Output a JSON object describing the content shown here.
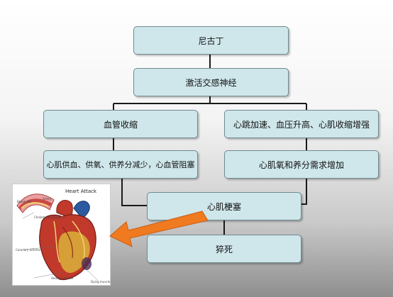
{
  "diagram": {
    "nodes": {
      "nicotine": "尼古丁",
      "activate_sympathetic": "激活交感神经",
      "vasoconstriction": "血管收缩",
      "heart_effects": "心跳加速、血压升高、心肌收缩增强",
      "reduced_supply": "心肌供血、供氧、供养分减少，心血管阻塞",
      "increased_demand": "心肌氧和养分需求增加",
      "myocardial_infarction": "心肌梗塞",
      "sudden_death": "猝死"
    }
  },
  "illustration": {
    "title": "Heart Attack",
    "labels": {
      "blood_clot": "Blood clot",
      "artery": "Artery",
      "cholesterol": "Cholesterol plaque",
      "coronary": "Coronary arteries",
      "healthy": "Healthy muscle",
      "dying": "Dying muscle"
    }
  },
  "colors": {
    "box_fill": "#cfe7eb",
    "connector": "#1a1a1a",
    "arrow": "#f07a1f"
  }
}
